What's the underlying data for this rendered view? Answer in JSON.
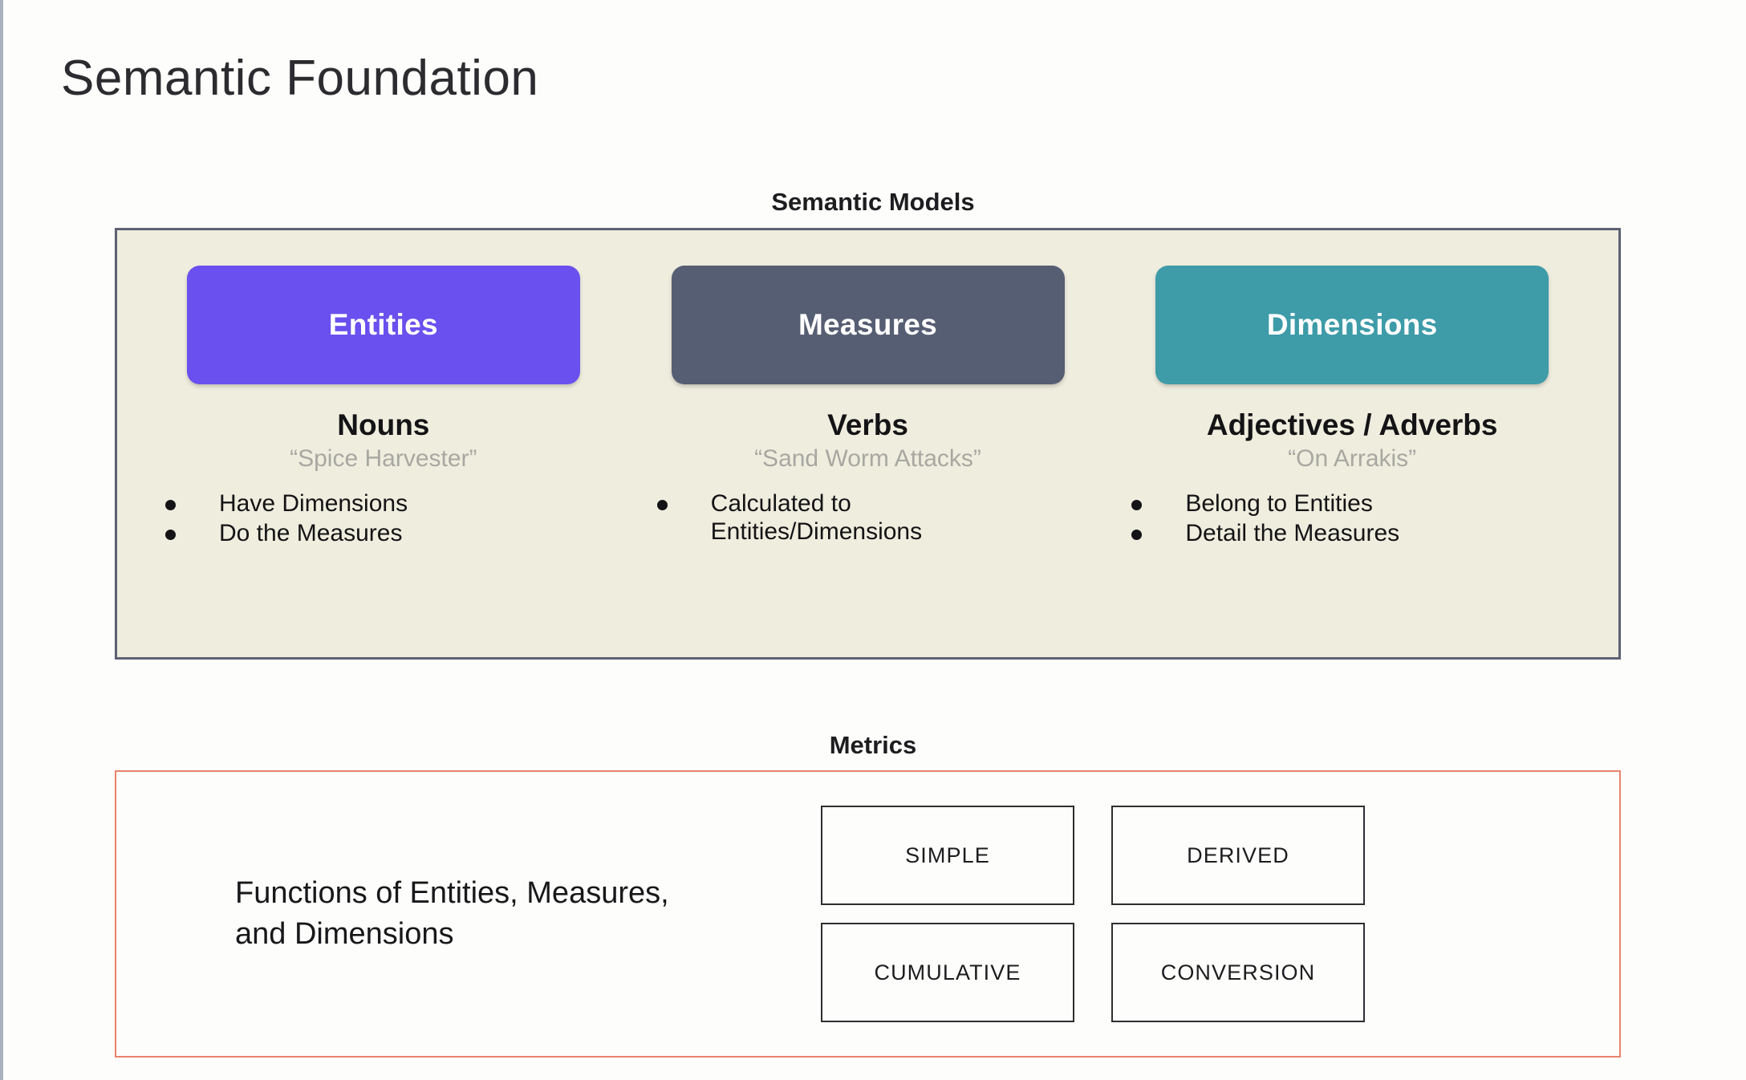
{
  "page": {
    "title": "Semantic Foundation",
    "background_color": "#fdfdfb"
  },
  "semantic_models": {
    "heading": "Semantic Models",
    "panel_fill": "#efedde",
    "panel_border": "#5c6273",
    "columns": [
      {
        "chip_label": "Entities",
        "chip_color": "#6a50ee",
        "term": "Nouns",
        "example": "“Spice Harvester”",
        "bullets": [
          "Have Dimensions",
          "Do the Measures"
        ]
      },
      {
        "chip_label": "Measures",
        "chip_color": "#565e73",
        "term": "Verbs",
        "example": "“Sand Worm Attacks”",
        "bullets": [
          "Calculated to\nEntities/Dimensions"
        ]
      },
      {
        "chip_label": "Dimensions",
        "chip_color": "#3e9ba8",
        "term": "Adjectives / Adverbs",
        "example": "“On Arrakis”",
        "bullets": [
          "Belong to Entities",
          "Detail the Measures"
        ]
      }
    ]
  },
  "metrics": {
    "heading": "Metrics",
    "panel_border": "#e8836b",
    "description": "Functions of Entities, Measures,\nand Dimensions",
    "types": [
      "SIMPLE",
      "DERIVED",
      "CUMULATIVE",
      "CONVERSION"
    ]
  }
}
